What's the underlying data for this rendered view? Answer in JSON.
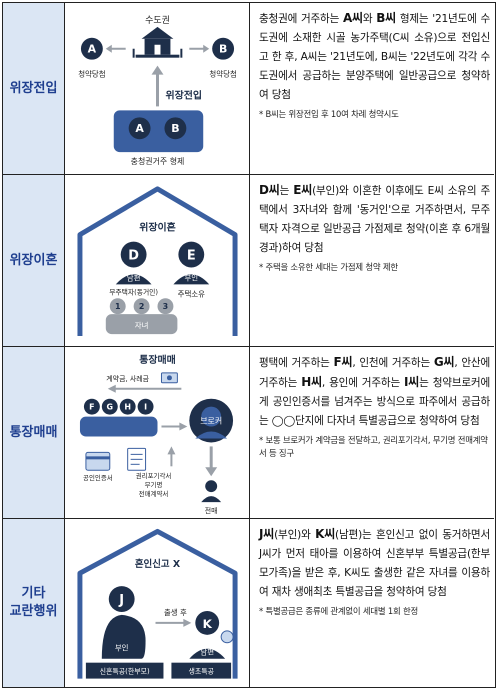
{
  "rows": [
    {
      "label": [
        "위장전입"
      ],
      "illustration": {
        "capital_label": "수도권",
        "person_a": "A",
        "person_b": "B",
        "a_caption": "청약당첨",
        "b_caption": "청약당첨",
        "arrow_label": "위장전입",
        "family_caption": "충청권거주 형제"
      },
      "text_parts": [
        {
          "t": "충청권에 거주하는 "
        },
        {
          "t": "A씨",
          "b": true
        },
        {
          "t": "와 "
        },
        {
          "t": "B씨",
          "b": true
        },
        {
          "t": " 형제는 '21년도에 수도권에 소재한 시골 농가주택(C씨 소유)으로 전입신고 한 후, A씨는 '21년도에, B씨는 '22년도에 각각 수도권에서 공급하는 분양주택에 일반공급으로 청약하여 당첨"
        }
      ],
      "note": "* B씨는 위장전입 후 10여 차례 청약시도"
    },
    {
      "label": [
        "위장이혼"
      ],
      "illustration": {
        "house_title": "위장이혼",
        "person_d": "D",
        "person_e": "E",
        "d_caption_1": "남편",
        "d_caption_2": "무주택자(동거인)",
        "e_caption_1": "부인",
        "e_caption_2": "주택소유",
        "children": [
          "1",
          "2",
          "3"
        ],
        "children_caption": "자녀"
      },
      "text_parts": [
        {
          "t": "D씨",
          "b": true
        },
        {
          "t": "는 "
        },
        {
          "t": "E씨",
          "b": true
        },
        {
          "t": "(부인)와 이혼한 이후에도 E씨 소유의 주택에서 3자녀와 함께 '동거인'으로 거주하면서, 무주택자 자격으로 일반공급 가점제로 청약(이혼 후 6개월 경과)하여 당첨"
        }
      ],
      "note": "* 주택을 소유한 세대는 가점제 청약 제한"
    },
    {
      "label": [
        "통장매매"
      ],
      "illustration": {
        "title": "통장매매",
        "contract_label": "계약금, 사례금",
        "people": [
          "F",
          "G",
          "H",
          "I"
        ],
        "broker_label": "브로커",
        "doc1_label": "공인인증서",
        "doc2_label_1": "권리포기각서",
        "doc2_label_2": "무기명",
        "doc2_label_3": "전매계약서",
        "resale_label": "전매"
      },
      "text_parts": [
        {
          "t": "평택에 거주하는 "
        },
        {
          "t": "F씨",
          "b": true
        },
        {
          "t": ", 인천에 거주하는 "
        },
        {
          "t": "G씨",
          "b": true
        },
        {
          "t": ", 안산에 거주하는 "
        },
        {
          "t": "H씨",
          "b": true
        },
        {
          "t": ", 용인에 거주하는 "
        },
        {
          "t": "I씨",
          "b": true
        },
        {
          "t": "는 청약브로커에게 공인인증서를 넘겨주는 방식으로 파주에서 공급하는 ◯◯단지에 다자녀 특별공급으로 청약하여 당첨"
        }
      ],
      "note": "* 보통 브로커가 계약금을 전달하고, 권리포기각서, 무기명 전매계약서 등 징구"
    },
    {
      "label": [
        "기타",
        "교란행위"
      ],
      "illustration": {
        "house_title": "혼인신고 X",
        "person_j": "J",
        "person_k": "K",
        "arrow_label": "출생 후",
        "j_caption": "부인",
        "k_caption": "남편",
        "j_tag": "신혼특공(한부모)",
        "k_tag": "생초특공"
      },
      "text_parts": [
        {
          "t": "J씨",
          "b": true
        },
        {
          "t": "(부인)와 "
        },
        {
          "t": "K씨",
          "b": true
        },
        {
          "t": "(남편)는 혼인신고 없이 동거하면서 J씨가 먼저 태아를 이용하여 신혼부부 특별공급(한부모가족)을 받은 후, K씨도 출생한 같은 자녀를 이용하여 재차 생애최초 특별공급을 청약하여 당첨"
        }
      ],
      "note": "* 특별공급은 종류에 관계없이 세대별 1회 한정"
    }
  ],
  "colors": {
    "label_bg": "#dbe6f4",
    "label_text": "#1f3f8f",
    "navy": "#1e2f4a",
    "blue": "#3a5fa0",
    "light_blue": "#c8d8ee",
    "gray": "#9aa0a8"
  }
}
